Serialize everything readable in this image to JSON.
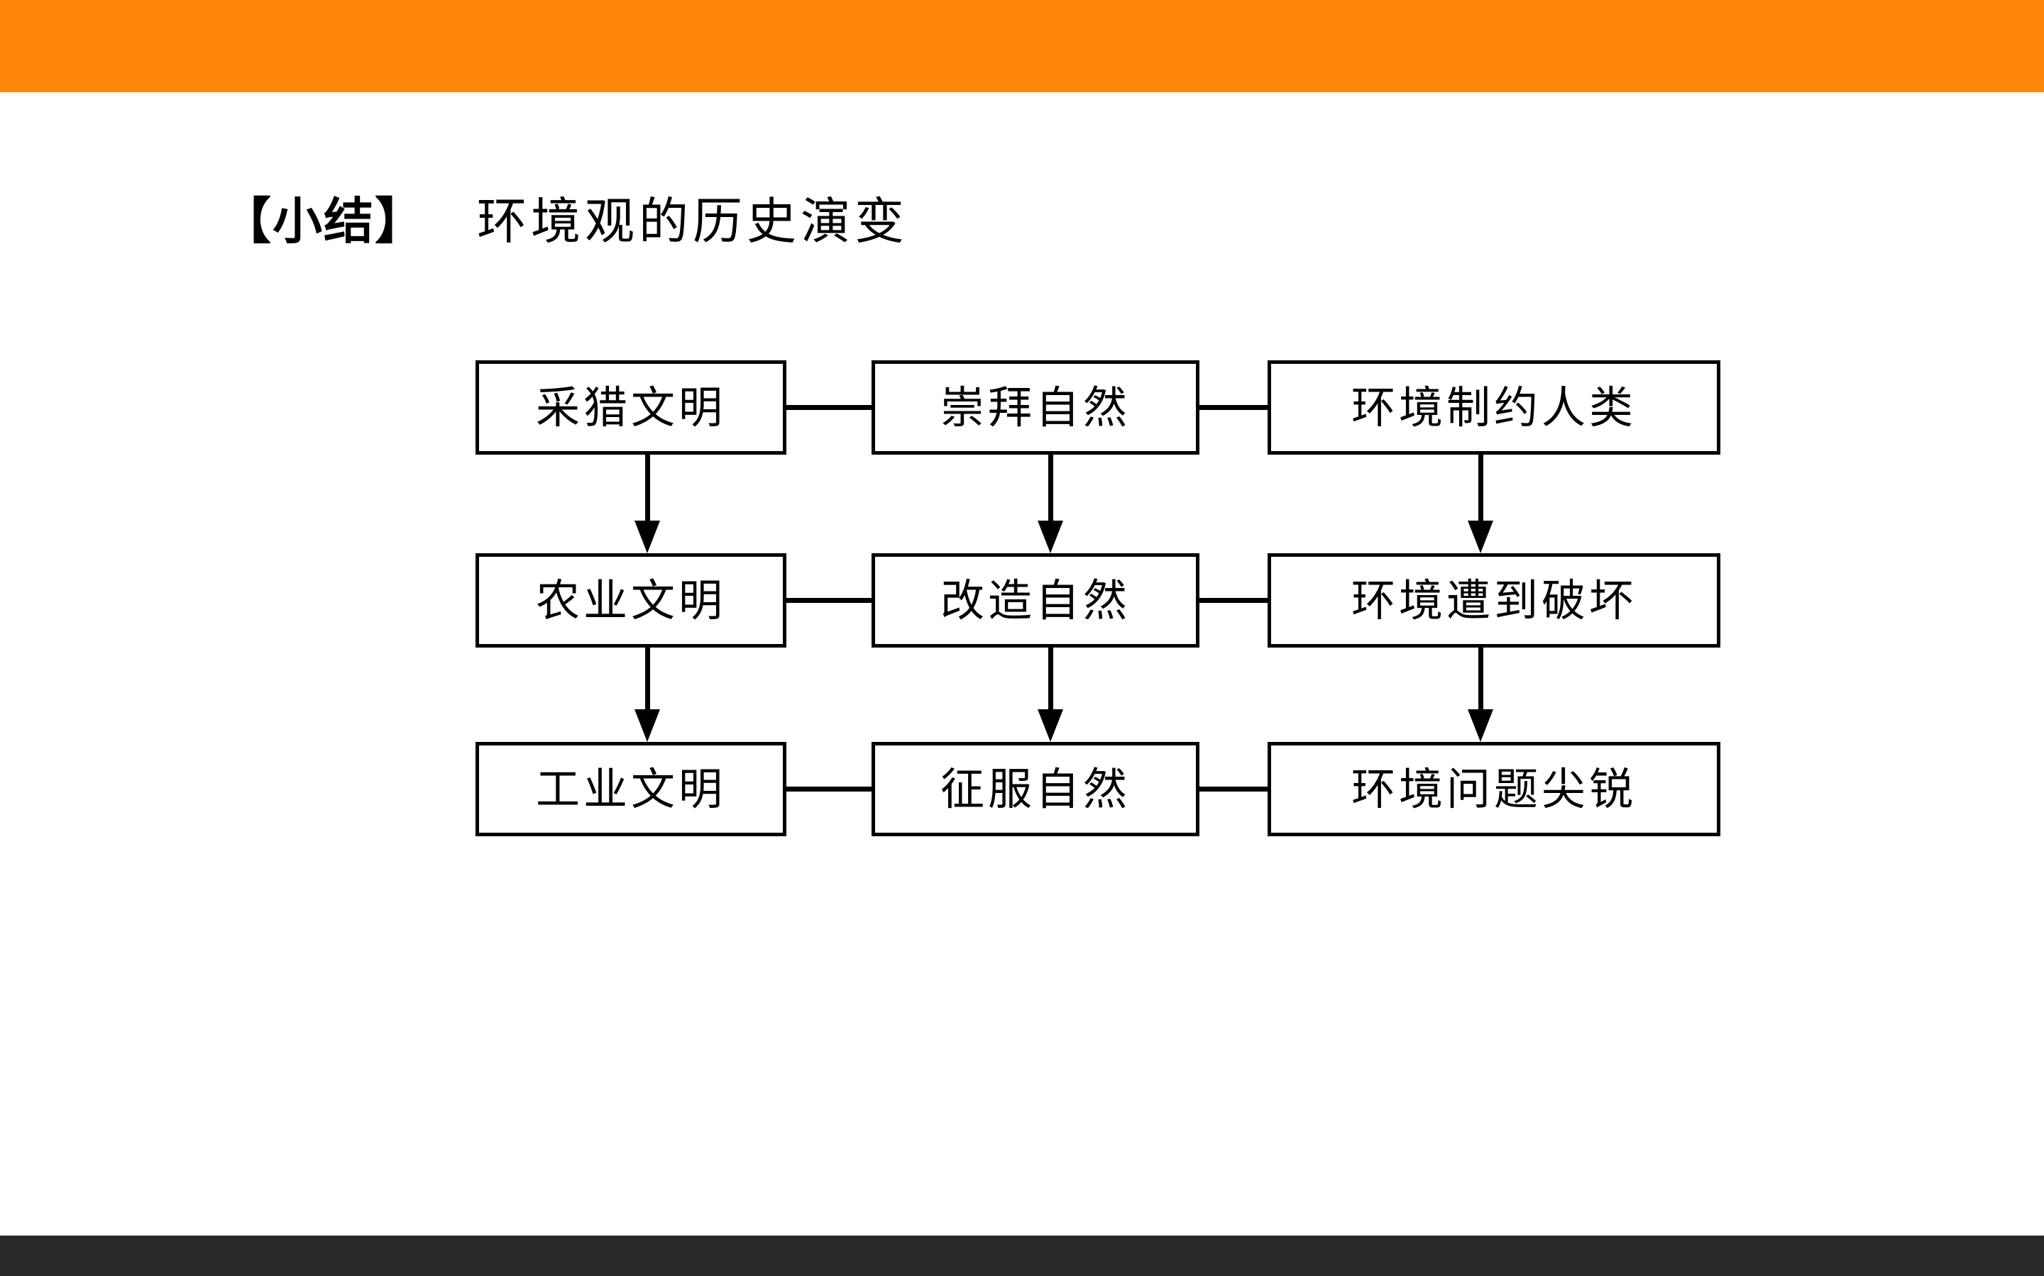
{
  "slide": {
    "top_bar_color": "#ff8609",
    "bottom_bar_color": "#282828",
    "background_color": "#ffffff",
    "heading": {
      "bracket_label": "【小结】",
      "title": "环境观的历史演变"
    }
  },
  "diagram": {
    "type": "flow-matrix",
    "columns": 3,
    "rows": 3,
    "nodes": [
      {
        "id": "r1c1",
        "label": "采猎文明"
      },
      {
        "id": "r1c2",
        "label": "崇拜自然"
      },
      {
        "id": "r1c3",
        "label": "环境制约人类"
      },
      {
        "id": "r2c1",
        "label": "农业文明"
      },
      {
        "id": "r2c2",
        "label": "改造自然"
      },
      {
        "id": "r2c3",
        "label": "环境遭到破坏"
      },
      {
        "id": "r3c1",
        "label": "工业文明"
      },
      {
        "id": "r3c2",
        "label": "征服自然"
      },
      {
        "id": "r3c3",
        "label": "环境问题尖锐"
      }
    ],
    "row_links": [
      {
        "from": "r1c1",
        "to": "r1c2",
        "style": "line"
      },
      {
        "from": "r1c2",
        "to": "r1c3",
        "style": "line"
      },
      {
        "from": "r2c1",
        "to": "r2c2",
        "style": "line"
      },
      {
        "from": "r2c2",
        "to": "r2c3",
        "style": "line"
      },
      {
        "from": "r3c1",
        "to": "r3c2",
        "style": "line"
      },
      {
        "from": "r3c2",
        "to": "r3c3",
        "style": "line"
      }
    ],
    "column_links": [
      {
        "from": "r1c1",
        "to": "r2c1",
        "style": "arrow-down"
      },
      {
        "from": "r2c1",
        "to": "r3c1",
        "style": "arrow-down"
      },
      {
        "from": "r1c2",
        "to": "r2c2",
        "style": "arrow-down"
      },
      {
        "from": "r2c2",
        "to": "r3c2",
        "style": "arrow-down"
      },
      {
        "from": "r1c3",
        "to": "r2c3",
        "style": "arrow-down"
      },
      {
        "from": "r2c3",
        "to": "r3c3",
        "style": "arrow-down"
      }
    ]
  }
}
